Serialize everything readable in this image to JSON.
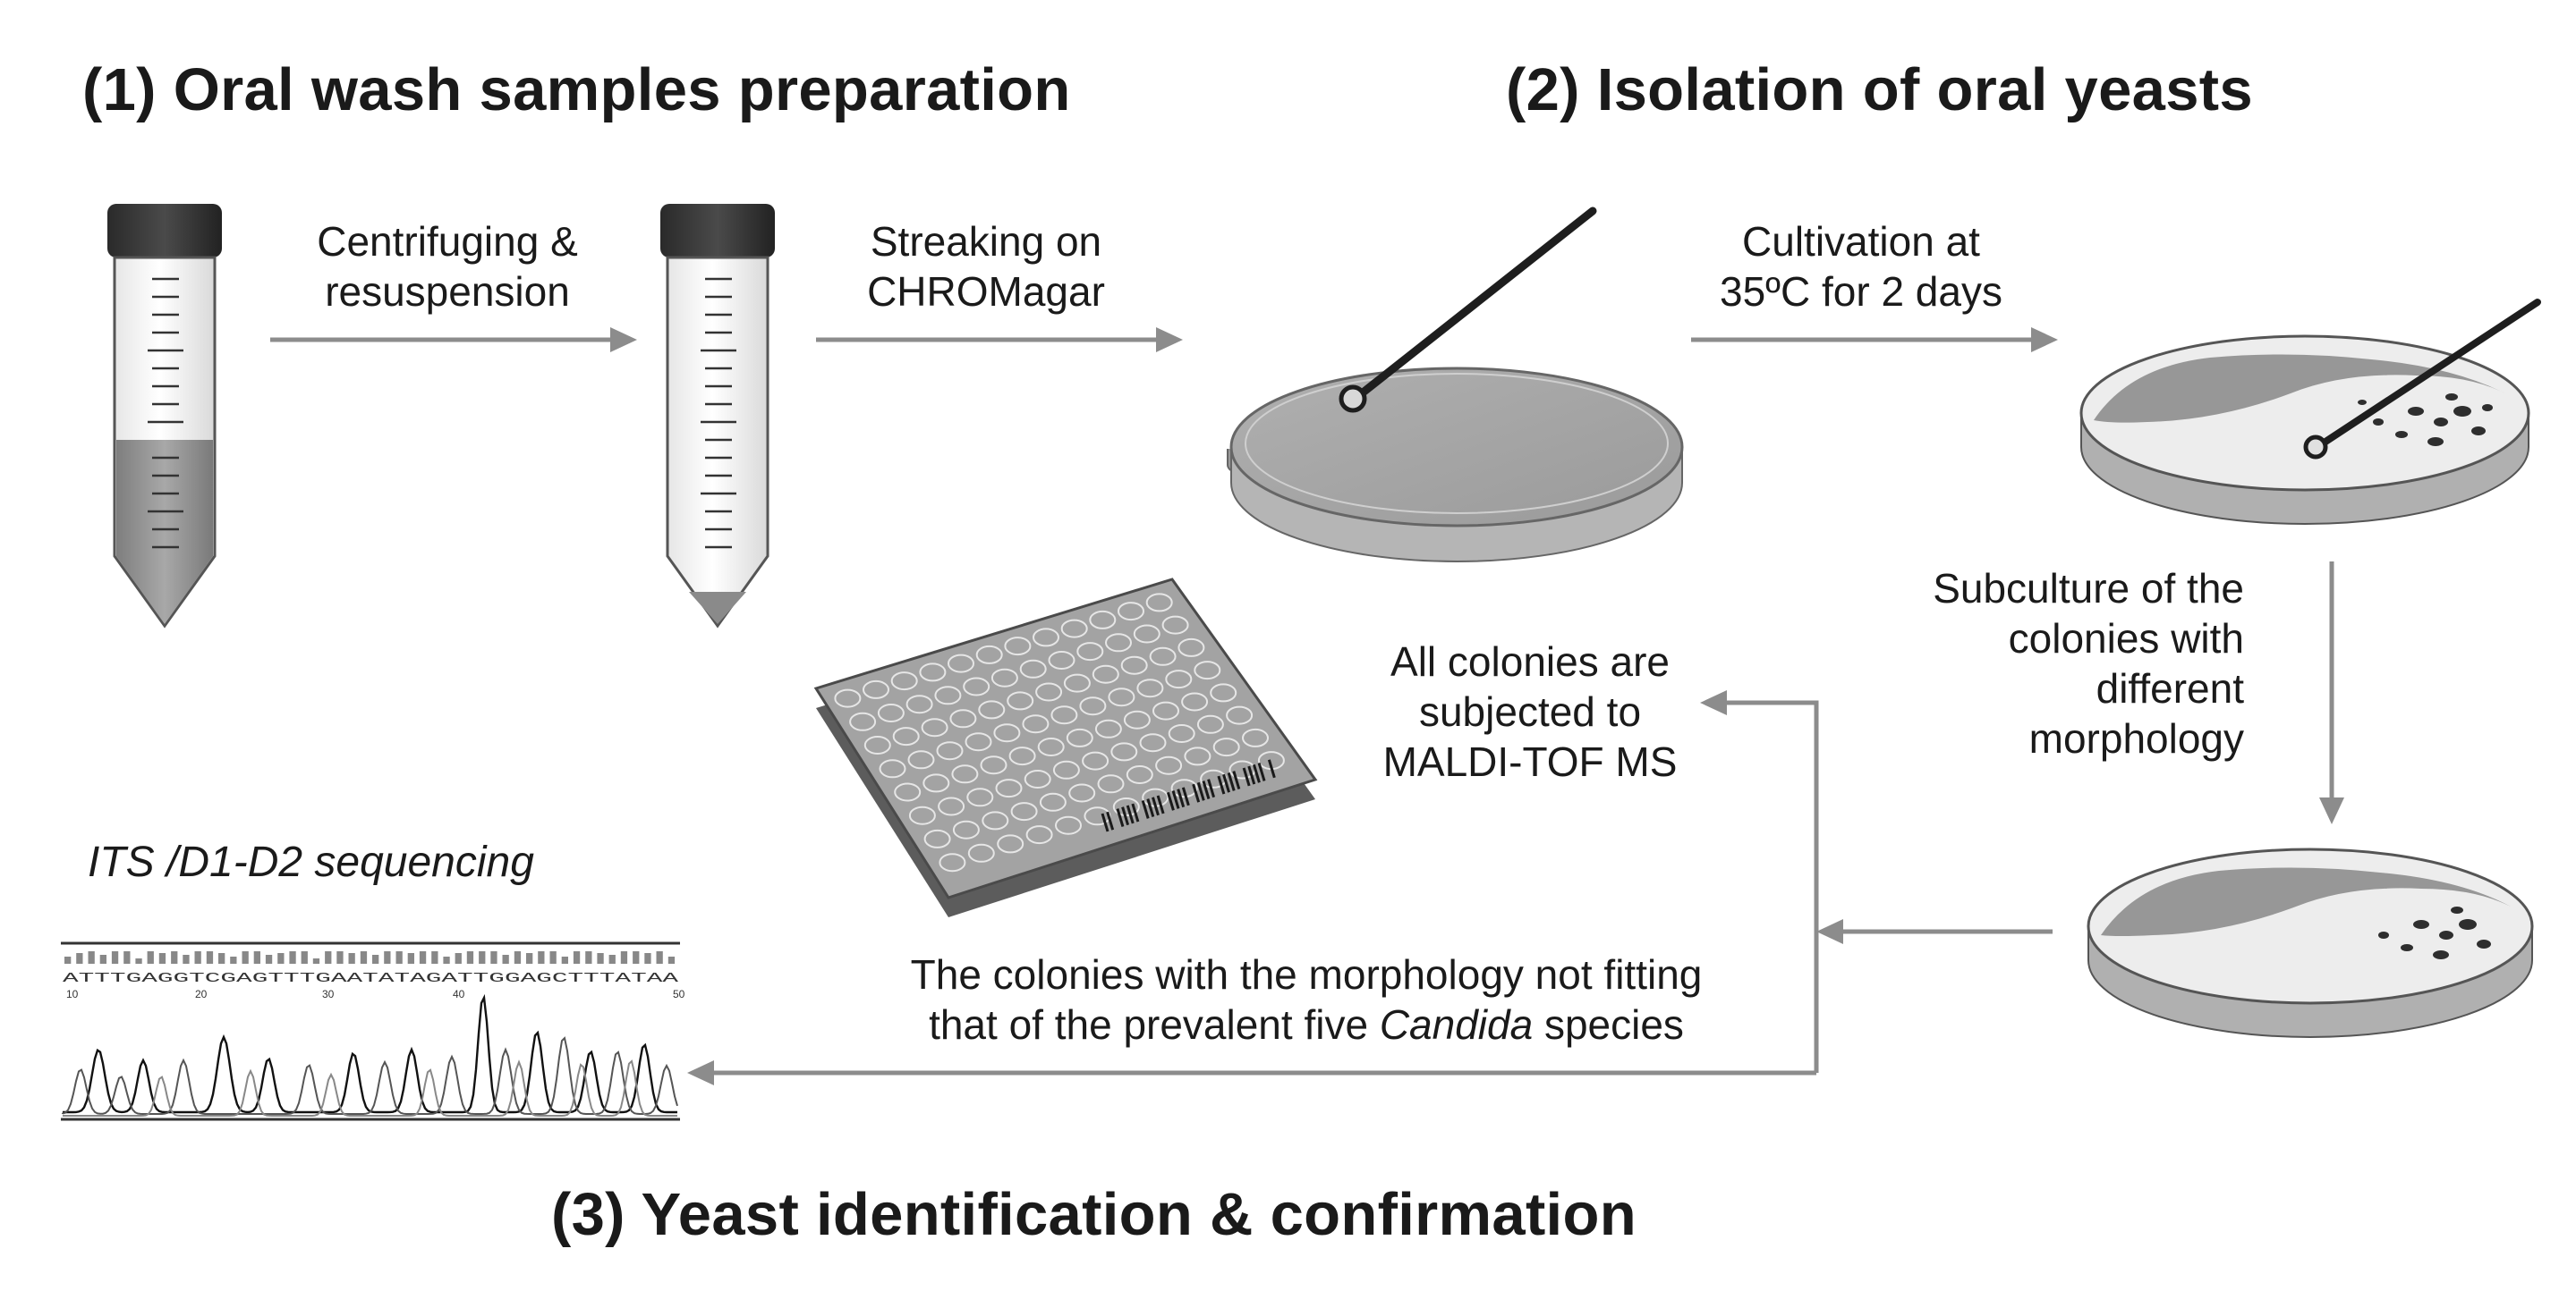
{
  "headings": {
    "step1": "(1) Oral wash samples preparation",
    "step2": "(2) Isolation of oral yeasts",
    "step3": "(3) Yeast identification & confirmation"
  },
  "arrow_labels": {
    "centrifuging": [
      "Centrifuging &",
      "resuspension"
    ],
    "streaking": [
      "Streaking on",
      "CHROMagar"
    ],
    "cultivation": [
      "Cultivation at",
      "35ºC for 2 days"
    ],
    "subculture": [
      "Subculture of the",
      "colonies with",
      "different",
      "morphology"
    ],
    "maldi": [
      "All colonies are",
      "subjected to",
      "MALDI-TOF MS"
    ],
    "nonfitting": {
      "line1": "The colonies with the morphology not fitting",
      "line2_pre": "that of the prevalent five ",
      "line2_italic": "Candida",
      "line2_post": " species"
    }
  },
  "sequencing": {
    "title": "ITS /D1-D2 sequencing",
    "bases": "ATTTGAGGTCGAGTTTGAATATAGATTGGAGCTTTATAA",
    "ticks": [
      "10",
      "20",
      "30",
      "40",
      "50"
    ]
  },
  "colors": {
    "arrow": "#8c8c8c",
    "dark": "#262626",
    "tube_fill": "#9a9a9a",
    "agar": "#a6a6a6"
  }
}
